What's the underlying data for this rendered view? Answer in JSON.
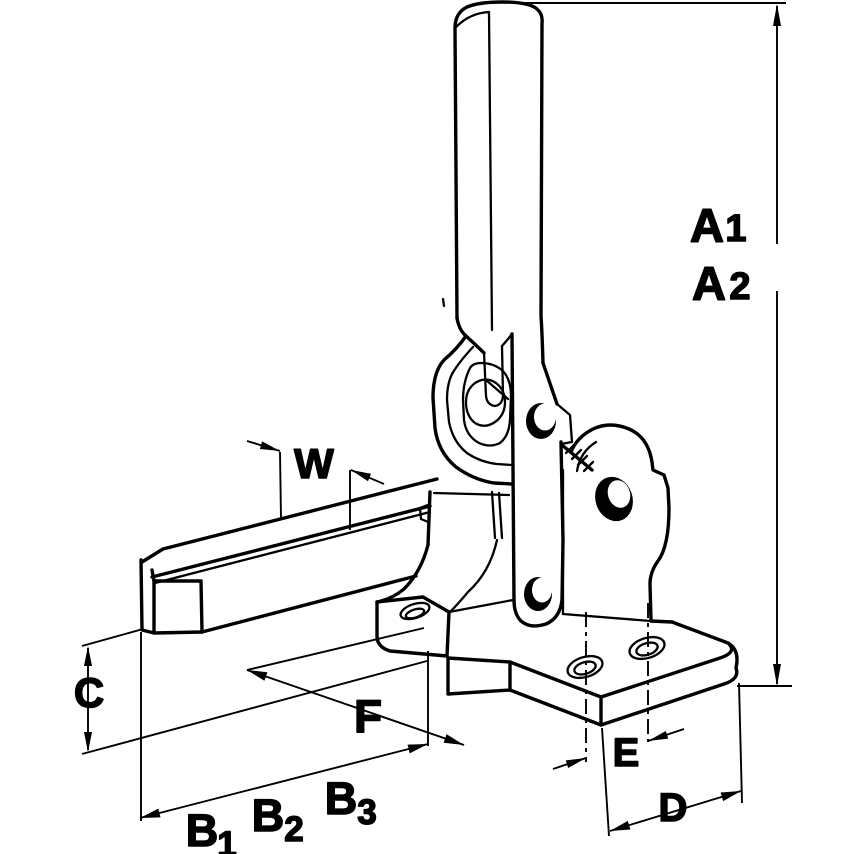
{
  "drawing": {
    "type": "technical-dimension-diagram",
    "subject": "vertical toggle clamp",
    "colors": {
      "line": "#000000",
      "background": "#ffffff"
    },
    "dimensions": {
      "a1": {
        "main": "A",
        "sub": "1"
      },
      "a2": {
        "main": "A",
        "sub": "2"
      },
      "w": {
        "main": "W",
        "sub": ""
      },
      "c": {
        "main": "C",
        "sub": ""
      },
      "f": {
        "main": "F",
        "sub": ""
      },
      "e": {
        "main": "E",
        "sub": ""
      },
      "d": {
        "main": "D",
        "sub": ""
      },
      "b1": {
        "main": "B",
        "sub": "1"
      },
      "b2": {
        "main": "B",
        "sub": "2"
      },
      "b3": {
        "main": "B",
        "sub": "3"
      }
    }
  }
}
